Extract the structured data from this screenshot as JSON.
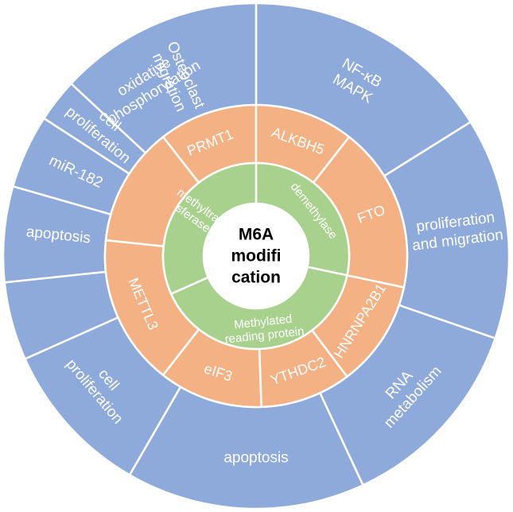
{
  "center": {
    "lines": [
      "M6A",
      "modifi",
      "cation"
    ]
  },
  "inner_ring": [
    {
      "id": "methyltransferase",
      "lines": [
        "methyltran",
        "sferase"
      ]
    },
    {
      "id": "demethylase",
      "lines": [
        "demethylase"
      ]
    },
    {
      "id": "reading-protein",
      "lines": [
        "Methylated",
        "reading protein"
      ]
    }
  ],
  "middle_ring": [
    {
      "id": "prmt1",
      "lines": [
        "PRMT1"
      ]
    },
    {
      "id": "alkbh5",
      "lines": [
        "ALKBH5"
      ]
    },
    {
      "id": "fto",
      "lines": [
        "FTO"
      ]
    },
    {
      "id": "hnrnpa2b1",
      "lines": [
        "HNRNPA2B1"
      ]
    },
    {
      "id": "ythdc2",
      "lines": [
        "YTHDC2"
      ]
    },
    {
      "id": "eif3",
      "lines": [
        "eIF3"
      ]
    },
    {
      "id": "mettl3",
      "lines": [
        "METTL3"
      ]
    }
  ],
  "outer_ring": [
    {
      "id": "oxidative-phosphorylation",
      "lines": [
        "oxidative",
        "phosphorylation"
      ]
    },
    {
      "id": "nfkb-mapk",
      "lines": [
        "NF-κB",
        "MAPK"
      ]
    },
    {
      "id": "proliferation-migration",
      "lines": [
        "proliferation",
        "and migration"
      ]
    },
    {
      "id": "rna-metabolism",
      "lines": [
        "RNA",
        "metabolism"
      ]
    },
    {
      "id": "apoptosis-bottom",
      "lines": [
        "apoptosis"
      ]
    },
    {
      "id": "cell-proliferation",
      "lines": [
        "cell",
        "proliferation"
      ]
    },
    {
      "id": "apoptosis-left",
      "lines": [
        "apoptosis"
      ]
    },
    {
      "id": "mir-182",
      "lines": [
        "miR-182"
      ]
    },
    {
      "id": "cell-proliferation-left",
      "lines": [
        "cell",
        "proliferation"
      ]
    },
    {
      "id": "osteoclast-migration",
      "lines": [
        "Osteoclast",
        "migration"
      ]
    }
  ],
  "colors": {
    "outer": "#8eaadb",
    "middle": "#f4b183",
    "inner": "#a9d18e",
    "center": "#ffffff",
    "divider": "#ffffff",
    "label_light": "#ffffff",
    "label_center": "#000000"
  }
}
